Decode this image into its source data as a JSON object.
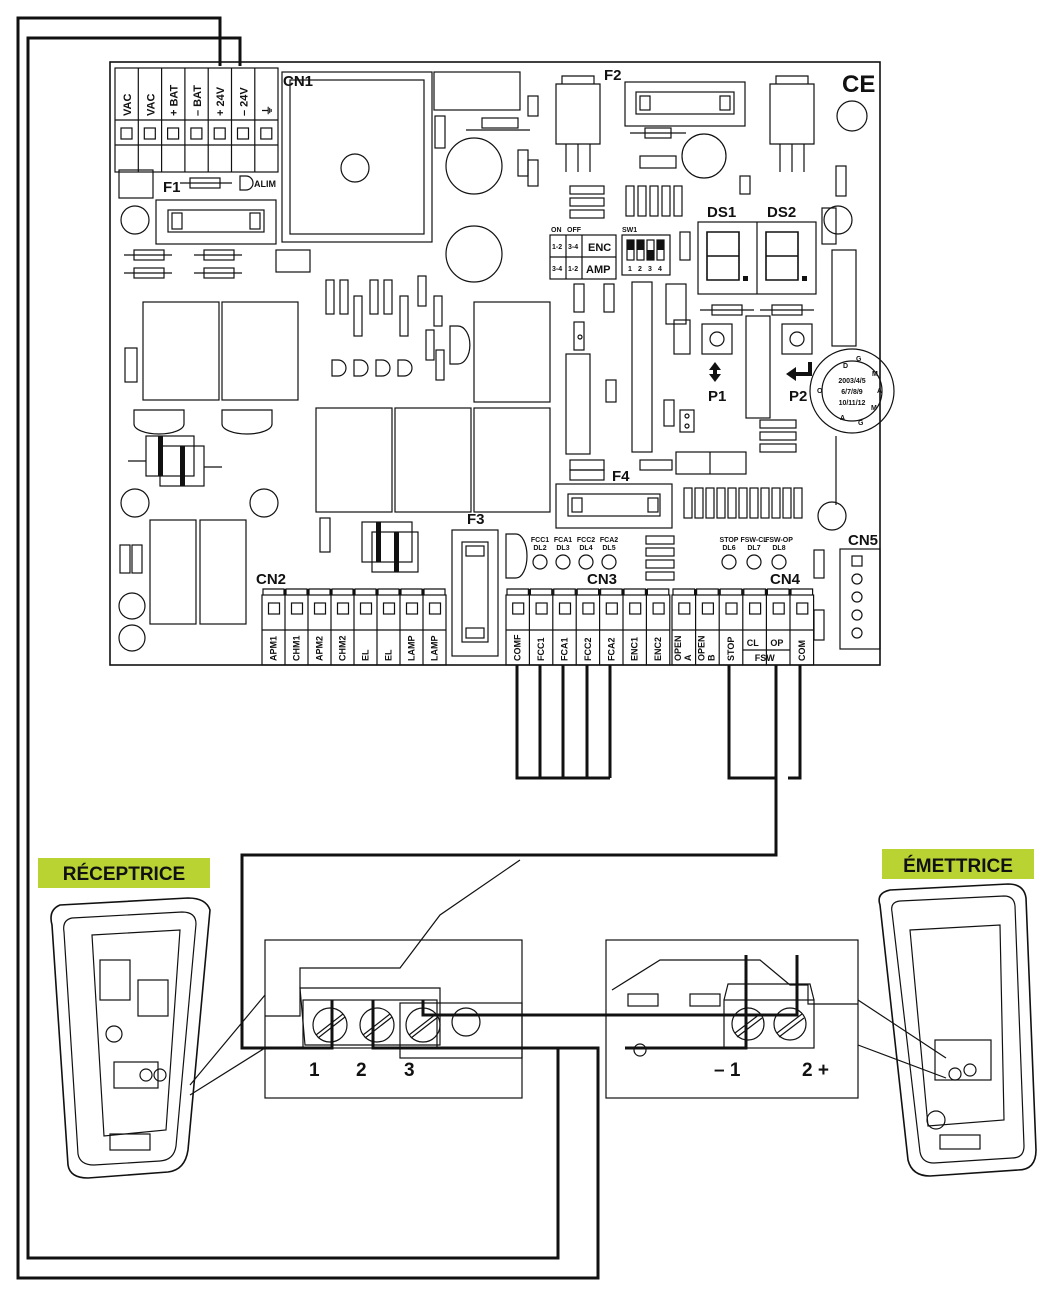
{
  "board": {
    "cn1": "CN1",
    "cn1_terminals": [
      "VAC",
      "VAC",
      "+ BAT",
      "– BAT",
      "+ 24V",
      "– 24V",
      "⏚"
    ],
    "f1": "F1",
    "f2": "F2",
    "f3": "F3",
    "f4": "F4",
    "alim": "ALIM",
    "ce": "CE",
    "ds1": "DS1",
    "ds2": "DS2",
    "p1": "P1",
    "p2": "P2",
    "sw1": "SW1",
    "on": "ON",
    "off": "OFF",
    "enc": "ENC",
    "amp": "AMP",
    "sw_labels": [
      "1-2",
      "3-4",
      "3-4",
      "1-2"
    ],
    "sw_numbers": [
      "1",
      "2",
      "3",
      "4"
    ],
    "knob_lines": [
      "2003/4/5",
      "6/7/8/9",
      "10/11/12"
    ],
    "knob_letters": [
      "D",
      "G",
      "M",
      "A",
      "M",
      "G",
      "A",
      "O"
    ],
    "cn2": "CN2",
    "cn2_terminals": [
      "APM1",
      "CHM1",
      "APM2",
      "CHM2",
      "EL",
      "EL",
      "LAMP",
      "LAMP"
    ],
    "cn3": "CN3",
    "cn3_terminals": [
      "COMF",
      "FCC1",
      "FCA1",
      "FCC2",
      "FCA2",
      "ENC1",
      "ENC2"
    ],
    "cn3_leds": [
      [
        "FCC1",
        "DL2"
      ],
      [
        "FCA1",
        "DL3"
      ],
      [
        "FCC2",
        "DL4"
      ],
      [
        "FCA2",
        "DL5"
      ]
    ],
    "cn4": "CN4",
    "cn4_terminals": [
      "OPEN A",
      "OPEN B",
      "STOP",
      "CL",
      "OP",
      "COM"
    ],
    "fsw": "FSW",
    "cn4_leds": [
      [
        "STOP",
        "DL6"
      ],
      [
        "FSW-CL",
        "DL7"
      ],
      [
        "FSW-OP",
        "DL8"
      ]
    ],
    "cn5": "CN5"
  },
  "receiver": {
    "label": "RÉCEPTRICE",
    "terminals": [
      "1",
      "2",
      "3"
    ]
  },
  "emitter": {
    "label": "ÉMETTRICE",
    "terminals": [
      "– 1",
      "2 +"
    ]
  },
  "colors": {
    "badge": "#b9d432",
    "line": "#111111"
  }
}
